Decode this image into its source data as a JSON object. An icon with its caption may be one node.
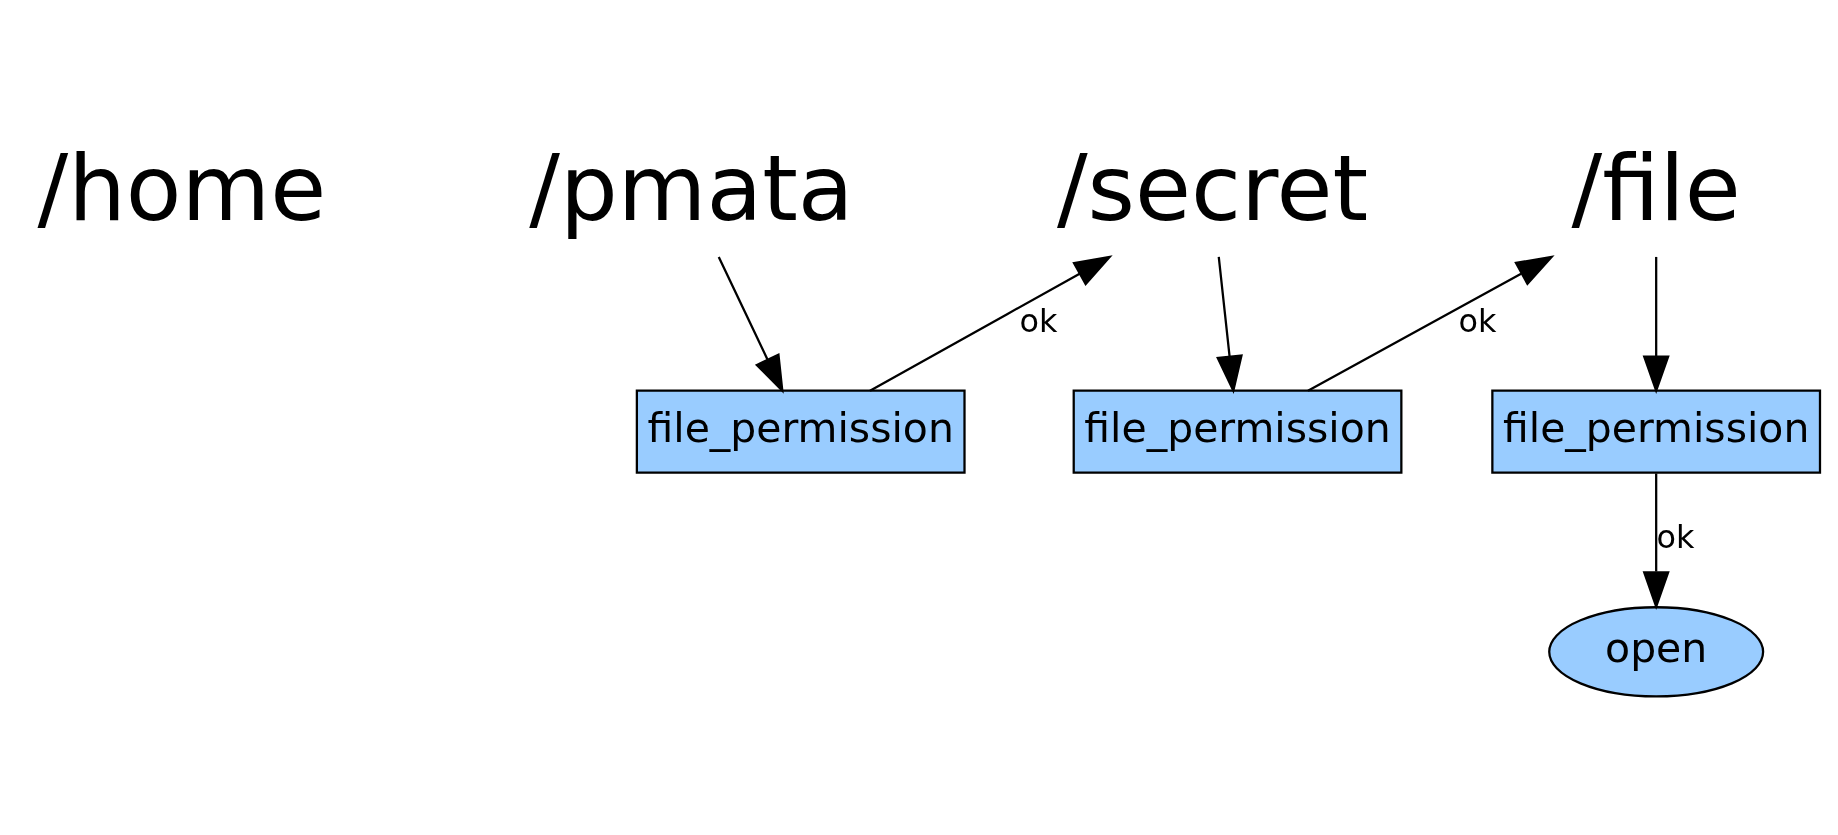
{
  "diagram": {
    "nodes": [
      {
        "text": [
          "/pmata"
        ]
      },
      {
        "text": [
          "/secret"
        ]
      },
      {
        "text": [
          "/file"
        ]
      },
      {
        "text": [
          "file_permission"
        ]
      },
      {
        "text": [
          "file_permission"
        ]
      },
      {
        "text": [
          "file_permission"
        ]
      },
      {
        "text": [
          "open"
        ]
      }
    ],
    "edges": [
      {
        "from": 0,
        "to": 3,
        "arrow": "to"
      },
      {
        "from": 3,
        "to": 1,
        "arrow": "to",
        "label": "ok"
      },
      {
        "from": 1,
        "to": 5,
        "arrow": "to"
      },
      {
        "from": 5,
        "to": 2,
        "arrow": "to",
        "label": "ok"
      },
      {
        "from": 2,
        "to": 4,
        "arrow": "to"
      },
      {
        "from": 4,
        "to": 6,
        "arrow": "to",
        "label": "ok"
      }
    ],
    "labels": [
      "/home"
    ]
  }
}
